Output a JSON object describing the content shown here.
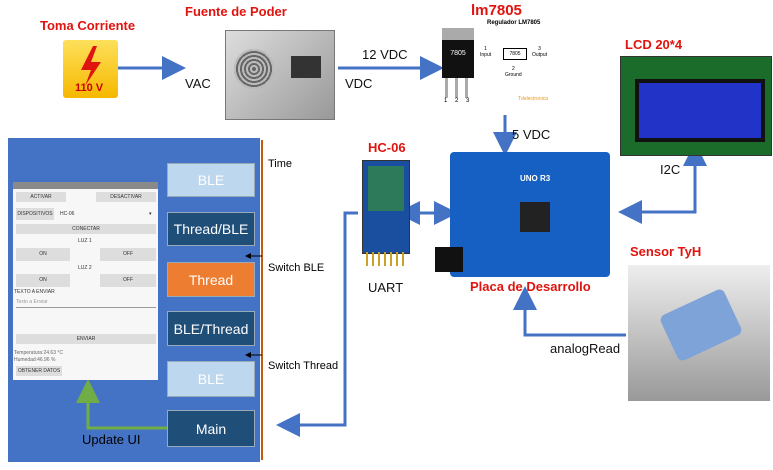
{
  "power": {
    "outlet_label": "Toma Corriente",
    "outlet_voltage": "110 V",
    "psu_label": "Fuente de Poder",
    "vac": "VAC",
    "vdc": "VDC",
    "vdc12": "12 VDC"
  },
  "regulator": {
    "title": "lm7805",
    "subtitle": "Regulador LM7805",
    "chip": "7805",
    "pin1": "1",
    "input": "Input",
    "pin3": "3",
    "output": "Output",
    "pin2": "2",
    "ground": "Ground",
    "pins": "1 2 3",
    "credit": "Tdelectronica",
    "vdc5": "5 VDC"
  },
  "lcd": {
    "label": "LCD 20*4",
    "bus": "I2C"
  },
  "bluetooth": {
    "label": "HC-06",
    "bus": "UART"
  },
  "board": {
    "label": "Placa de Desarrollo",
    "model": "UNO R3"
  },
  "sensor": {
    "label": "Sensor TyH",
    "read": "analogRead"
  },
  "app": {
    "activar": "ACTIVAR",
    "desactivar": "DESACTIVAR",
    "dispositivos": "DISPOSITIVOS",
    "device": "HC-06",
    "conectar": "CONECTAR",
    "luz1": "LUZ 1",
    "luz2": "LUZ 2",
    "on": "ON",
    "off": "OFF",
    "texto_label": "TEXTO A ENVIAR",
    "texto_placeholder": "Texto a Enviar",
    "enviar": "ENVIAR",
    "temperatura": "Temperatura:24.63 °C",
    "humedad": "Humedad:46.96 %",
    "obtener": "OBTENER DATOS"
  },
  "threads": {
    "boxes": [
      "BLE",
      "Thread/BLE",
      "Thread",
      "BLE/Thread",
      "BLE",
      "Main"
    ],
    "time": "Time",
    "switch_ble": "Switch BLE",
    "switch_thread": "Switch Thread",
    "update_ui": "Update UI"
  },
  "colors": {
    "arrow": "#4472c4",
    "panel": "#4472c4",
    "title_red": "#e0140f",
    "update_arrow": "#70ad47",
    "time_line": "#c55a11"
  }
}
